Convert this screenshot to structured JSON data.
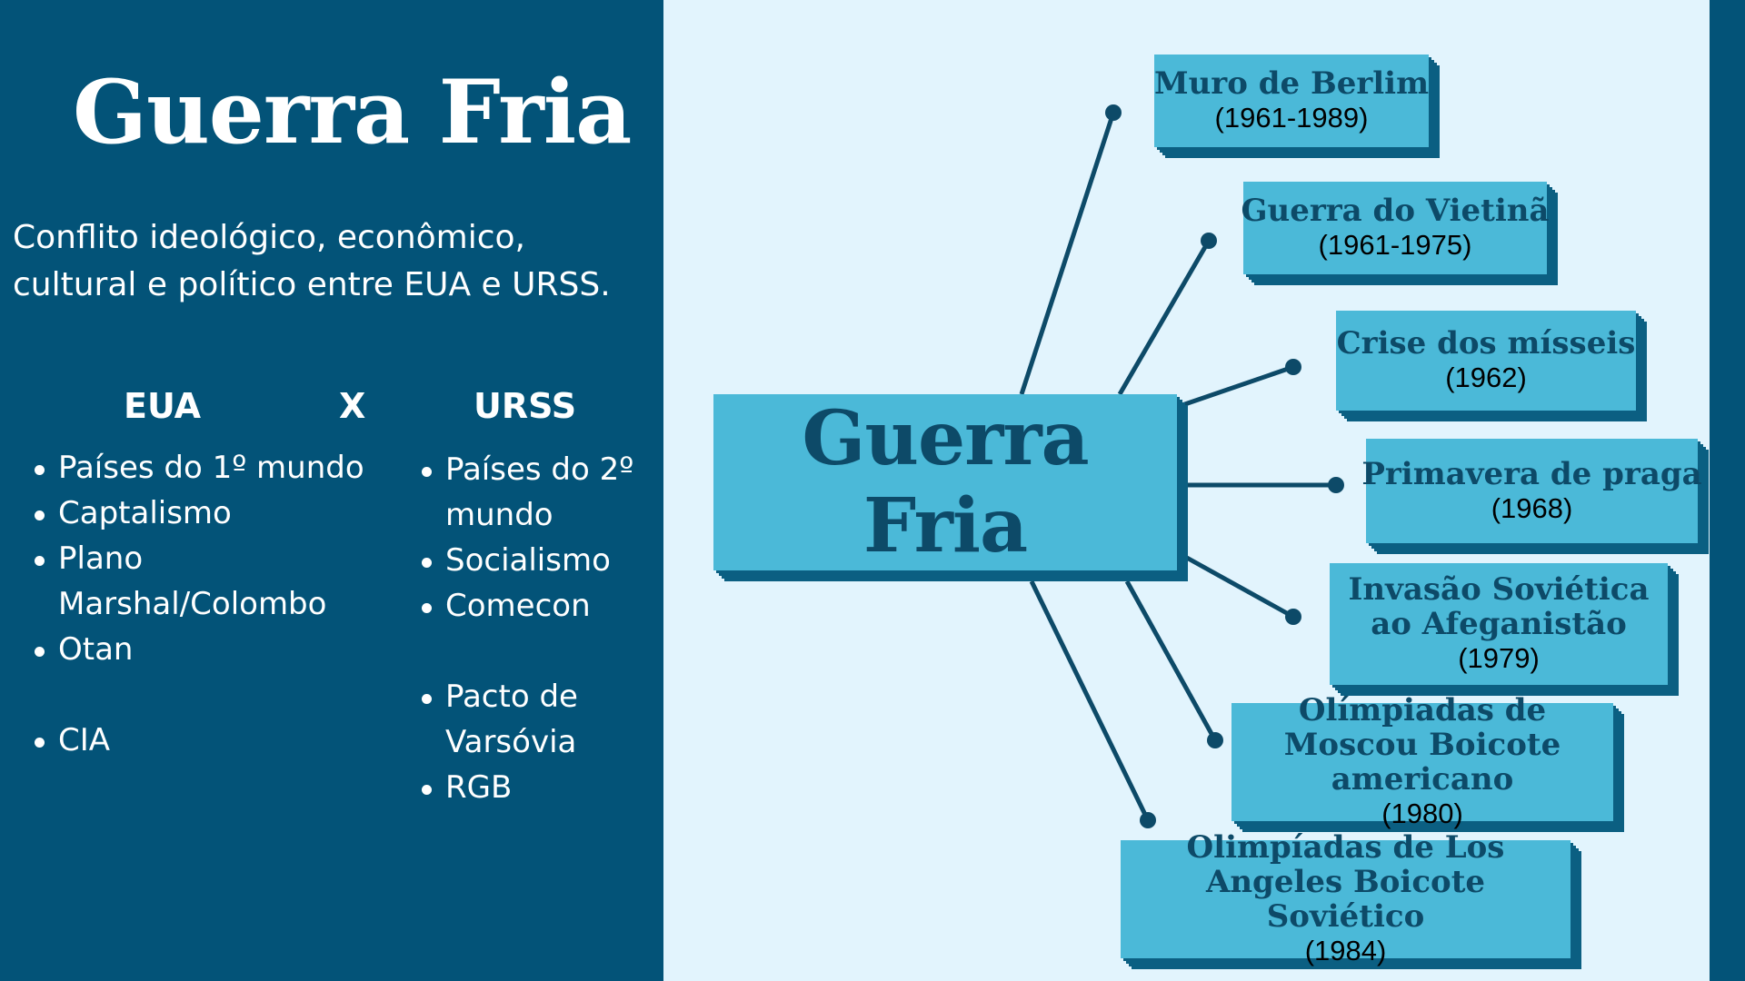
{
  "left_panel": {
    "title": "Guerra Fria",
    "subtitle": "Conflito ideológico, econômico, cultural e político entre EUA e URSS.",
    "eua_header": "EUA",
    "versus": "X",
    "urss_header": "URSS",
    "eua_items": [
      "Países do 1º mundo",
      "Captalismo",
      "Plano Marshal/Colombo",
      "Otan",
      "CIA"
    ],
    "urss_items": [
      "Países do 2º mundo",
      "Socialismo",
      "Comecon",
      "Pacto de Varsóvia",
      "RGB"
    ]
  },
  "diagram": {
    "center_label": "Guerra Fria",
    "events": [
      {
        "title": "Muro de Berlim",
        "year": "(1961-1989)"
      },
      {
        "title": "Guerra do Vietinã",
        "year": "(1961-1975)"
      },
      {
        "title": "Crise dos mísseis",
        "year": "(1962)"
      },
      {
        "title": "Primavera de praga",
        "year": "(1968)"
      },
      {
        "title": "Invasão Soviética ao Afeganistão",
        "year": "(1979)"
      },
      {
        "title": "Olímpiadas de Moscou Boicote americano",
        "year": "(1980)"
      },
      {
        "title": "Olimpíadas de Los Angeles Boicote Soviético",
        "year": "(1984)"
      }
    ]
  },
  "colors": {
    "dark_blue": "#035378",
    "light_bg": "#e2f4fd",
    "box_fill": "#4bb9d8",
    "box_text": "#0d4a68"
  }
}
